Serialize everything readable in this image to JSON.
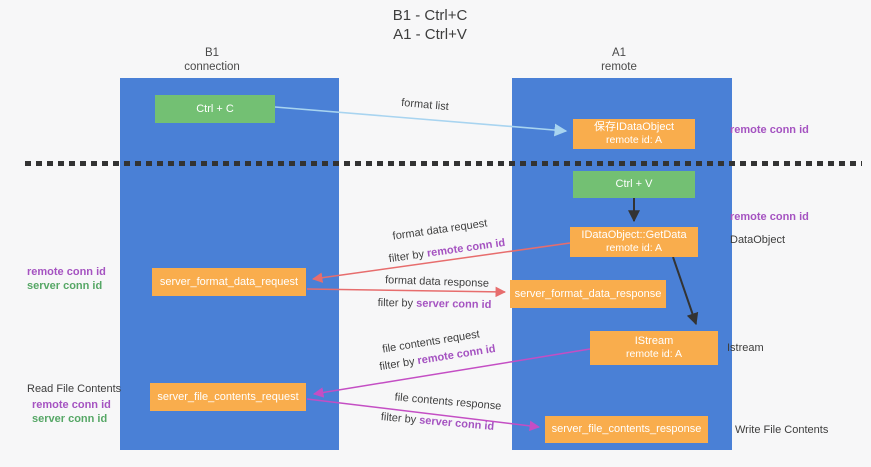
{
  "title": {
    "line1": "B1 - Ctrl+C",
    "line2": "A1 - Ctrl+V"
  },
  "columns": {
    "left": {
      "name": "B1",
      "sub": "connection"
    },
    "right": {
      "name": "A1",
      "sub": "remote"
    }
  },
  "boxes": {
    "ctrl_c": {
      "label": "Ctrl + C"
    },
    "save_idataobject": {
      "line1": "保存IDataObject",
      "line2": "remote id: A"
    },
    "ctrl_v": {
      "label": "Ctrl + V"
    },
    "getdata": {
      "line1": "IDataObject::GetData",
      "line2": "remote id: A"
    },
    "format_request": {
      "label": "server_format_data_request"
    },
    "format_response": {
      "label": "server_format_data_response"
    },
    "istream": {
      "line1": "IStream",
      "line2": "remote id: A"
    },
    "file_request": {
      "label": "server_file_contents_request"
    },
    "file_response": {
      "label": "server_file_contents_response"
    }
  },
  "side_labels": {
    "remote_conn_top_right": "remote conn id",
    "remote_conn_mid_right": "remote conn id",
    "dataobject": "DataObject",
    "istream": "Istream",
    "write_file_contents": "Write File Contents",
    "read_file_contents": "Read File Contents",
    "format_remote_conn": "remote conn id",
    "format_server_conn": "server conn id",
    "file_remote_conn": "remote conn id",
    "file_server_conn": "server conn id"
  },
  "arrows": {
    "format_list": "format list",
    "format_data_request": "format data request",
    "filter_remote_1": {
      "prefix": "filter by ",
      "highlight": "remote conn id"
    },
    "format_data_response": "format data response",
    "filter_server_1": {
      "prefix": "filter by ",
      "highlight": "server conn id"
    },
    "file_contents_request": "file contents request",
    "filter_remote_2": {
      "prefix": "filter by ",
      "highlight": "remote conn id"
    },
    "file_contents_response": "file contents response",
    "filter_server_2": {
      "prefix": "filter by ",
      "highlight": "server conn id"
    }
  },
  "colors": {
    "column_blue": "#4a80d6",
    "box_green": "#73c073",
    "box_orange": "#f9ad4d",
    "label_purple": "#a553c1",
    "label_green": "#56a766",
    "arrow_red": "#e76d6d",
    "arrow_magenta": "#c44ec4",
    "arrow_lightblue": "#a8d4f0",
    "arrow_black": "#333333"
  }
}
